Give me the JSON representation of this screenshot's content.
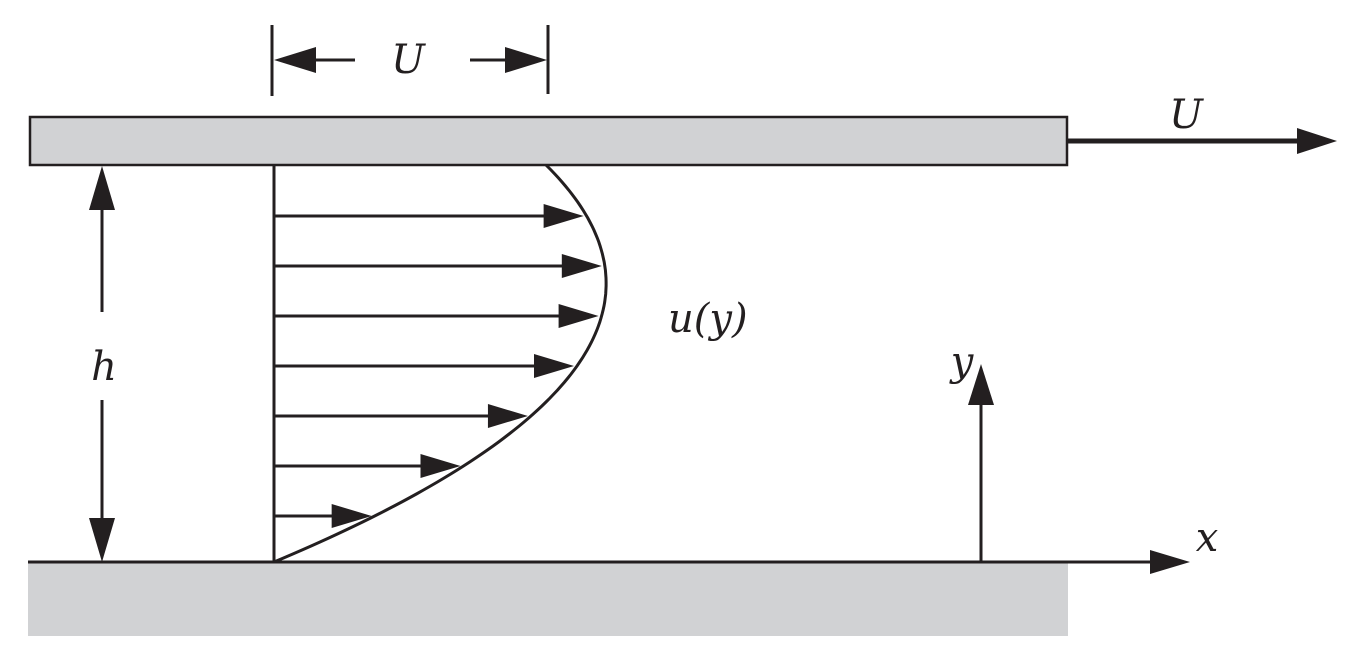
{
  "labels": {
    "plate_velocity_top": "U",
    "plate_velocity_right": "U",
    "gap_height": "h",
    "velocity_profile": "u(y)",
    "axis_y": "y",
    "axis_x": "x"
  },
  "colors": {
    "plate_fill": "#d1d2d4",
    "ink": "#231f20",
    "background": "#ffffff"
  },
  "profile": {
    "type": "couette-poiseuille",
    "velocity_vector_count": 7
  }
}
